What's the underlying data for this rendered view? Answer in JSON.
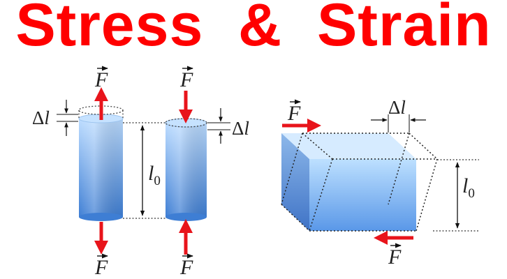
{
  "title": "Stress  &  Strain",
  "labels": {
    "force": "F",
    "delta": "Δ",
    "ell": "l",
    "zero": "0"
  },
  "colors": {
    "title": "#ff0000",
    "arrow": "#e8141b",
    "body_light": "#b9dcff",
    "body_dark": "#3f7fd6"
  }
}
